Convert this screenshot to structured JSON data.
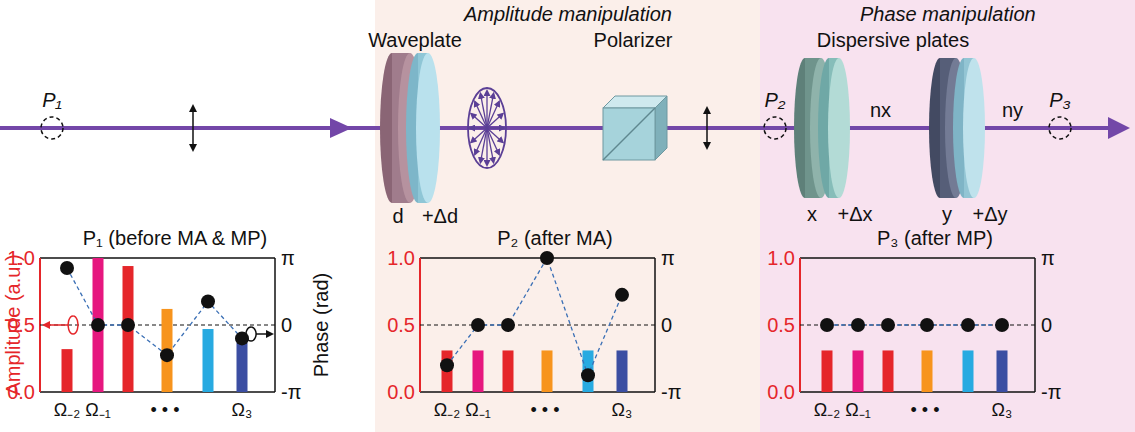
{
  "diagram": {
    "nodes": [
      {
        "text": [
          "Amplitude manipulation"
        ]
      },
      {
        "text": [
          "Phase manipulation"
        ]
      }
    ],
    "labels": [
      "P₁",
      "Waveplate",
      "d",
      "+Δd",
      "Polarizer",
      "P₂",
      "Dispersive plates",
      "nx",
      "x",
      "+Δx",
      "ny",
      "y",
      "+Δy",
      "P₃",
      "P₁ (before MA & MP)",
      "Amplitude (a.u.)",
      "Phase (rad)",
      "1.0",
      "0.5",
      "0.0",
      "π",
      "0",
      "-π",
      "Ω₋₂",
      "Ω₋₁",
      "• • •",
      "Ω₃",
      "P₂ (after MA)",
      "1.0",
      "0.5",
      "0.0",
      "π",
      "0",
      "-π",
      "Ω₋₂",
      "Ω₋₁",
      "• • •",
      "Ω₃",
      "P₃ (after MP)",
      "1.0",
      "0.5",
      "0.0",
      "π",
      "0",
      "-π",
      "Ω₋₂",
      "Ω₋₁",
      "• • •",
      "Ω₃"
    ]
  }
}
